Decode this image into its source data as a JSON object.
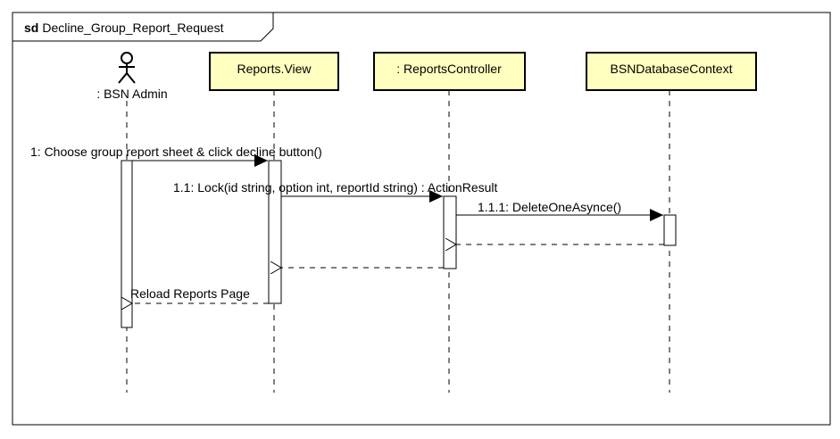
{
  "frame": {
    "keyword": "sd",
    "name": "Decline_Group_Report_Request"
  },
  "participants": [
    {
      "id": "admin",
      "label": ": BSN Admin",
      "kind": "actor"
    },
    {
      "id": "view",
      "label": "Reports.View",
      "kind": "object"
    },
    {
      "id": "controller",
      "label": ": ReportsController",
      "kind": "object"
    },
    {
      "id": "db",
      "label": "BSNDatabaseContext",
      "kind": "object"
    }
  ],
  "messages": [
    {
      "from": "admin",
      "to": "view",
      "label": "1: Choose group report sheet & click decline button()",
      "type": "sync"
    },
    {
      "from": "view",
      "to": "controller",
      "label": "1.1: Lock(id string, option int, reportId string) : ActionResult",
      "type": "sync"
    },
    {
      "from": "controller",
      "to": "db",
      "label": "1.1.1: DeleteOneAsynce()",
      "type": "sync"
    },
    {
      "from": "db",
      "to": "controller",
      "label": "",
      "type": "return"
    },
    {
      "from": "controller",
      "to": "view",
      "label": "",
      "type": "return"
    },
    {
      "from": "view",
      "to": "admin",
      "label": "Reload Reports Page",
      "type": "return"
    }
  ]
}
